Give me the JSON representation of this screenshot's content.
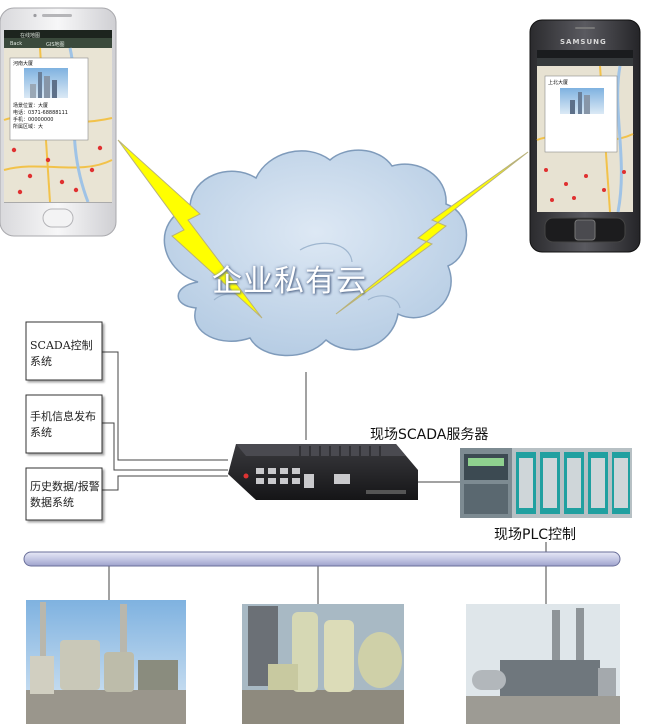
{
  "cloud": {
    "label": "企业私有云"
  },
  "systems": [
    {
      "label": "SCADA控制系统"
    },
    {
      "label": "手机信息发布系统"
    },
    {
      "label": "历史数据/报警数据系统"
    }
  ],
  "server": {
    "label": "现场SCADA服务器"
  },
  "plc": {
    "label": "现场PLC控制"
  },
  "phone_left": {
    "title": "在线地图",
    "tab": "GIS地图",
    "back": "Back",
    "popup_title": "河南大厦",
    "popup_lines": [
      "场景位置：大厦",
      "电话：0371-68888111",
      "手机：00000000",
      "所属区域：大"
    ]
  },
  "phone_right": {
    "brand": "SAMSUNG",
    "popup_title": "上北大厦"
  },
  "colors": {
    "cloud": "#c3d7ea",
    "cloud_stroke": "#7f9bbb",
    "bolt": "#ffff00",
    "bus": "#c8cbe6",
    "bus_stroke": "#6a6f9a"
  }
}
